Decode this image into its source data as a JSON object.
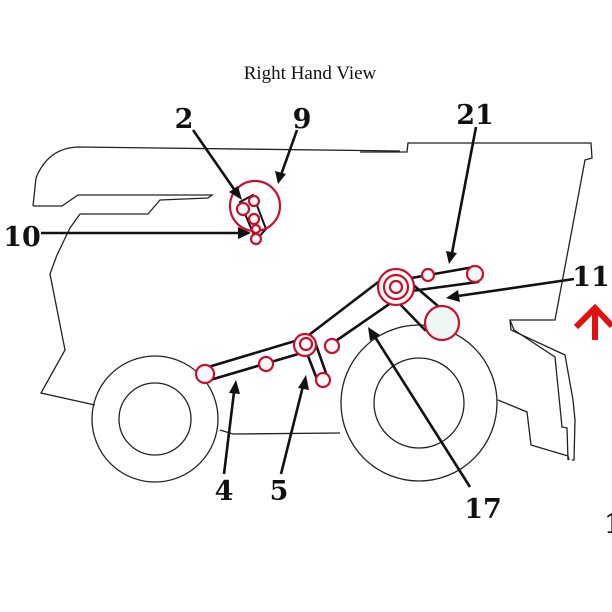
{
  "title": "Right Hand View",
  "callouts": [
    {
      "id": "2",
      "label": "2",
      "target": "upper-idler-group"
    },
    {
      "id": "9",
      "label": "9",
      "target": "upper-large-pulley"
    },
    {
      "id": "10",
      "label": "10",
      "target": "upper-pulley-stack"
    },
    {
      "id": "21",
      "label": "21",
      "target": "upper-right-belt"
    },
    {
      "id": "11",
      "label": "11",
      "target": "main-belt-section"
    },
    {
      "id": "4",
      "label": "4",
      "target": "front-belt"
    },
    {
      "id": "5",
      "label": "5",
      "target": "center-pulley-link"
    },
    {
      "id": "17",
      "label": "17",
      "target": "main-drive-belt"
    }
  ],
  "partial_labels": [
    "1"
  ],
  "colors": {
    "pulley_stroke": "#c8102e",
    "direction_arrow": "#e01010",
    "line": "#111111"
  },
  "direction_indicator": "up-arrow"
}
